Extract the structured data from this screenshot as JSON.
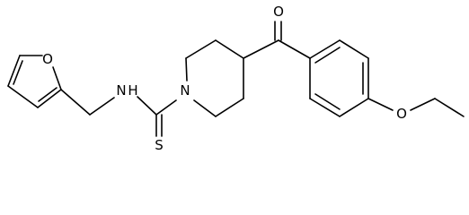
{
  "molecule": {
    "atom_labels": {
      "furan_oxygen": "O",
      "amide_nitrogen": "N",
      "amide_hydrogen": "H",
      "piperidine_nitrogen": "N",
      "thione_sulfur": "S",
      "ketone_oxygen": "O",
      "ether_oxygen": "O"
    }
  }
}
